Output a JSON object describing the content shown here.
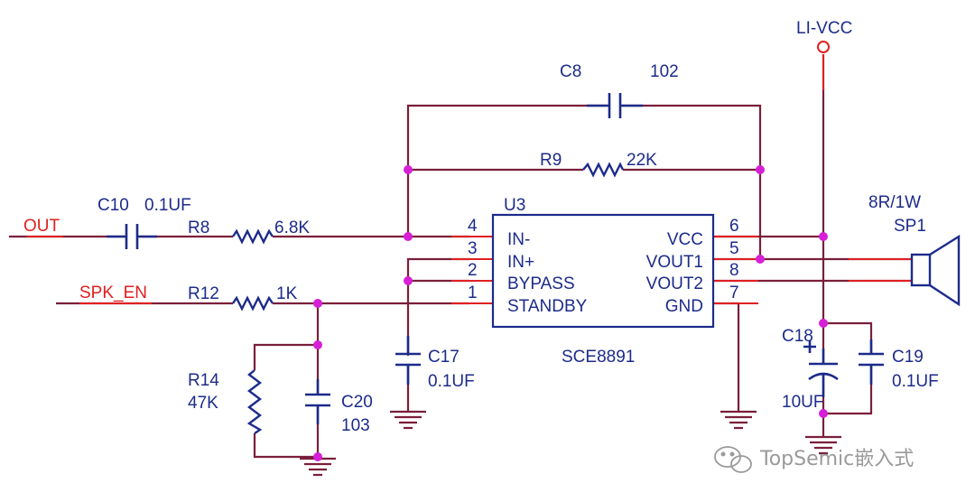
{
  "colors": {
    "wire": "#7a1f3a",
    "component": "#1c2b8a",
    "pin": "#e02020",
    "junction": "#d61fd6",
    "netlabel": "#e02020",
    "watermark": "#9a9a9a"
  },
  "nets": {
    "out": "OUT",
    "spk_en": "SPK_EN",
    "li_vcc": "LI-VCC"
  },
  "ic": {
    "ref": "U3",
    "part": "SCE8891",
    "pins": [
      {
        "num": "4",
        "name": "IN-"
      },
      {
        "num": "3",
        "name": "IN+"
      },
      {
        "num": "2",
        "name": "BYPASS"
      },
      {
        "num": "1",
        "name": "STANDBY"
      },
      {
        "num": "6",
        "name": "VCC"
      },
      {
        "num": "5",
        "name": "VOUT1"
      },
      {
        "num": "8",
        "name": "VOUT2"
      },
      {
        "num": "7",
        "name": "GND"
      }
    ]
  },
  "components": {
    "c8": {
      "ref": "C8",
      "value": "102"
    },
    "r9": {
      "ref": "R9",
      "value": "22K"
    },
    "c10": {
      "ref": "C10",
      "value": "0.1UF"
    },
    "r8": {
      "ref": "R8",
      "value": "6.8K"
    },
    "r12": {
      "ref": "R12",
      "value": "1K"
    },
    "r14": {
      "ref": "R14",
      "value": "47K"
    },
    "c20": {
      "ref": "C20",
      "value": "103"
    },
    "c17": {
      "ref": "C17",
      "value": "0.1UF"
    },
    "c18": {
      "ref": "C18",
      "value": "10UF"
    },
    "c19": {
      "ref": "C19",
      "value": "0.1UF"
    },
    "sp1": {
      "ref": "SP1",
      "value": "8R/1W"
    }
  },
  "watermark": {
    "text": "TopSemic嵌入式",
    "icon": "wechat-icon"
  }
}
